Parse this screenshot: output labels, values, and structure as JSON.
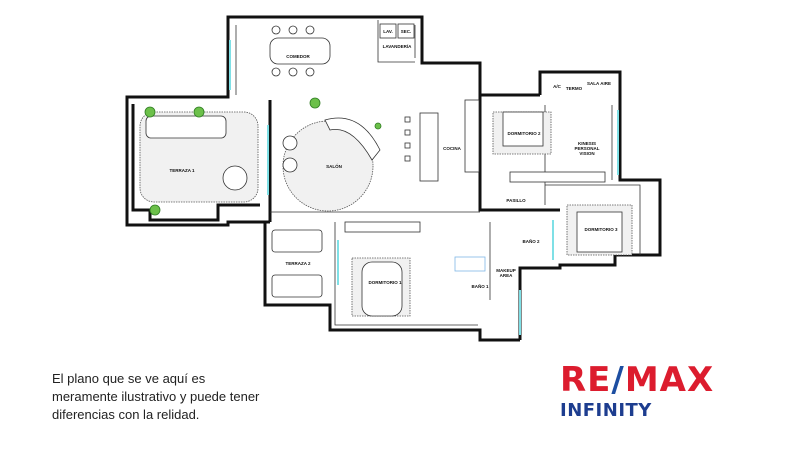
{
  "plan": {
    "rooms": {
      "comedor": "COMEDOR",
      "lavanderia": "LAVANDERÍA",
      "lav": "LAV.",
      "sec": "SEC.",
      "terraza1": "TERRAZA 1",
      "salon": "SALÓN",
      "cocina": "COCINA",
      "ac": "A/C",
      "termo": "TERMO",
      "sala_aire": "SALA AIRE",
      "dormitorio2": "DORMITORIO 2",
      "kinesis_1": "KINESIS",
      "kinesis_2": "PERSONAL",
      "kinesis_3": "VISION",
      "pasillo": "PASILLO",
      "dormitorio3": "DORMITORIO 3",
      "bano2": "BAÑO 2",
      "makeup_1": "MAKEUP",
      "makeup_2": "AREA",
      "bano1": "BAÑO 1",
      "dormitorio1": "DORMITORIO 1",
      "terraza2": "TERRAZA 2"
    }
  },
  "disclaimer": {
    "line1": "El plano que se ve aquí es",
    "line2": "meramente ilustrativo y puede tener",
    "line3": "diferencias con la relidad."
  },
  "logo": {
    "re": "RE",
    "slash": "/",
    "max": "MAX",
    "sub": "INFINITY",
    "colors": {
      "red": "#dc1c2e",
      "blue": "#1d4ea1"
    }
  }
}
